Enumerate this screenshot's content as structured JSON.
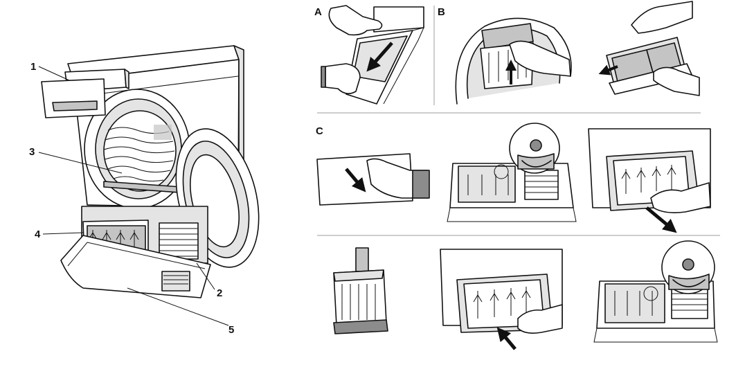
{
  "callouts": [
    "1",
    "2",
    "3",
    "4",
    "5"
  ],
  "step_labels": {
    "a": "A",
    "b": "B",
    "c": "C"
  },
  "colors": {
    "line": "#111111",
    "shade": "#c4c4c4",
    "divider": "#bdbdbd",
    "background": "#ffffff"
  }
}
